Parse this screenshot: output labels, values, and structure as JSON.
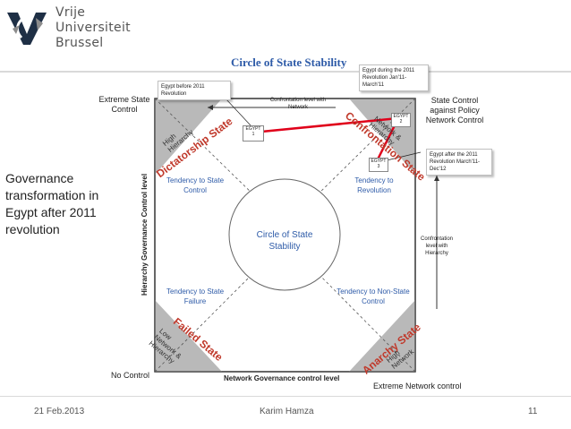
{
  "logo": {
    "line1": "Vrije",
    "line2": "Universiteit",
    "line3": "Brussel"
  },
  "slide": {
    "title": "Circle of State Stability",
    "side_text": "Governance transformation in Egypt after 2011 revolution",
    "footer": {
      "date": "21 Feb.2013",
      "author": "Karim Hamza",
      "page": "11"
    }
  },
  "axes": {
    "y_label": "Hierarchy Governance Control level",
    "x_label": "Network Governance control level",
    "extreme_state_control": "Extreme State Control",
    "no_control": "No Control",
    "extreme_network_control": "Extreme Network control",
    "state_control_against": "State Control against Policy Network Control",
    "confrontation_network": "Confrontation level with Network",
    "confrontation_hierarchy": "Confrontation level with Hierarchy"
  },
  "corners": {
    "dictatorship": "Dictatorship State",
    "high_hierarchy": "High Hierarchy",
    "confrontation": "Confrontation State",
    "network_hierarchy": "Network & Hierarchy",
    "failed": "Failed State",
    "low_network": "Low Network & Hierarchy",
    "anarchy": "Anarchy State",
    "high_network": "High Network"
  },
  "tendencies": {
    "top_left": "Tendency to State Control",
    "top_right": "Tendency to Revolution",
    "bottom_left": "Tendency to State Failure",
    "bottom_right": "Tendency to Non-State Control"
  },
  "circle_label": "Circle of State Stability",
  "egypt_markers": {
    "label": "EGYPT",
    "m1": "1",
    "m2": "2",
    "m3": "3"
  },
  "callouts": {
    "before": "Egypt before 2011 Revolution",
    "during": "Egypt during the 2011 Revolution Jan'11- March'11",
    "after": "Egypt after the 2011 Revolution March'11-Dec'12"
  },
  "colors": {
    "title_blue": "#2e5ba8",
    "corner_red": "#c0392b",
    "arrow_red": "#e0001a",
    "box_border": "#333333",
    "corner_grey": "#7f7f7f"
  }
}
